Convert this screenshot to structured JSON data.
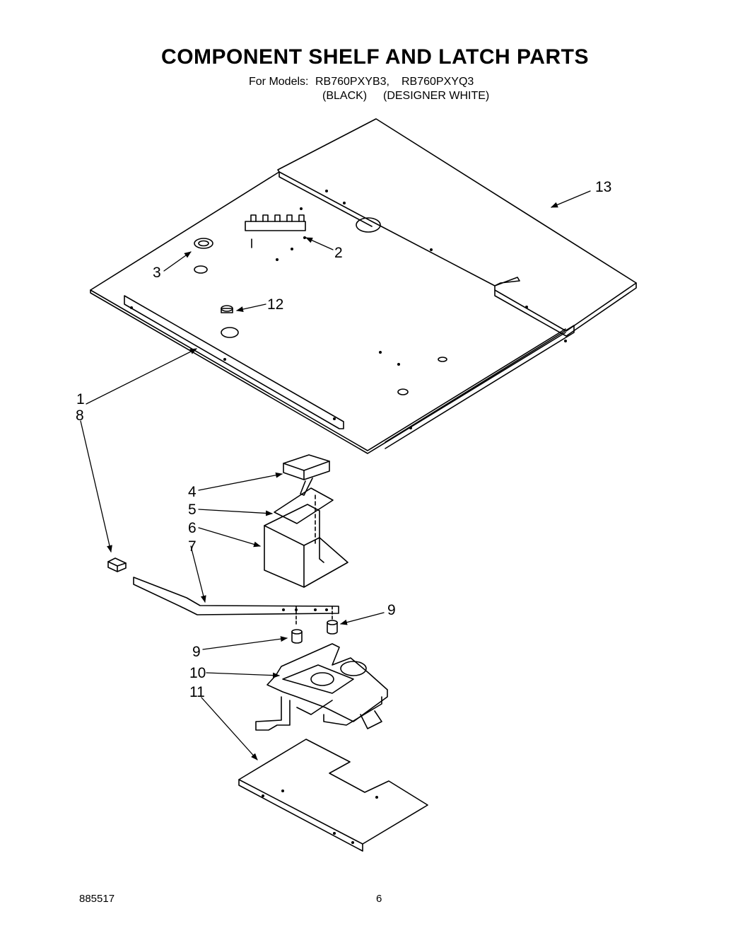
{
  "title": "COMPONENT SHELF AND LATCH PARTS",
  "models": {
    "label": "For Models:",
    "model_1": "RB760PXYB3,",
    "model_2": "RB760PXYQ3",
    "color_1": "(BLACK)",
    "color_2": "(DESIGNER WHITE)"
  },
  "callouts": [
    "13",
    "2",
    "3",
    "12",
    "1",
    "8",
    "4",
    "5",
    "6",
    "7",
    "9",
    "9",
    "10",
    "11"
  ],
  "footer": {
    "doc_number": "885517",
    "page_number": "6"
  }
}
